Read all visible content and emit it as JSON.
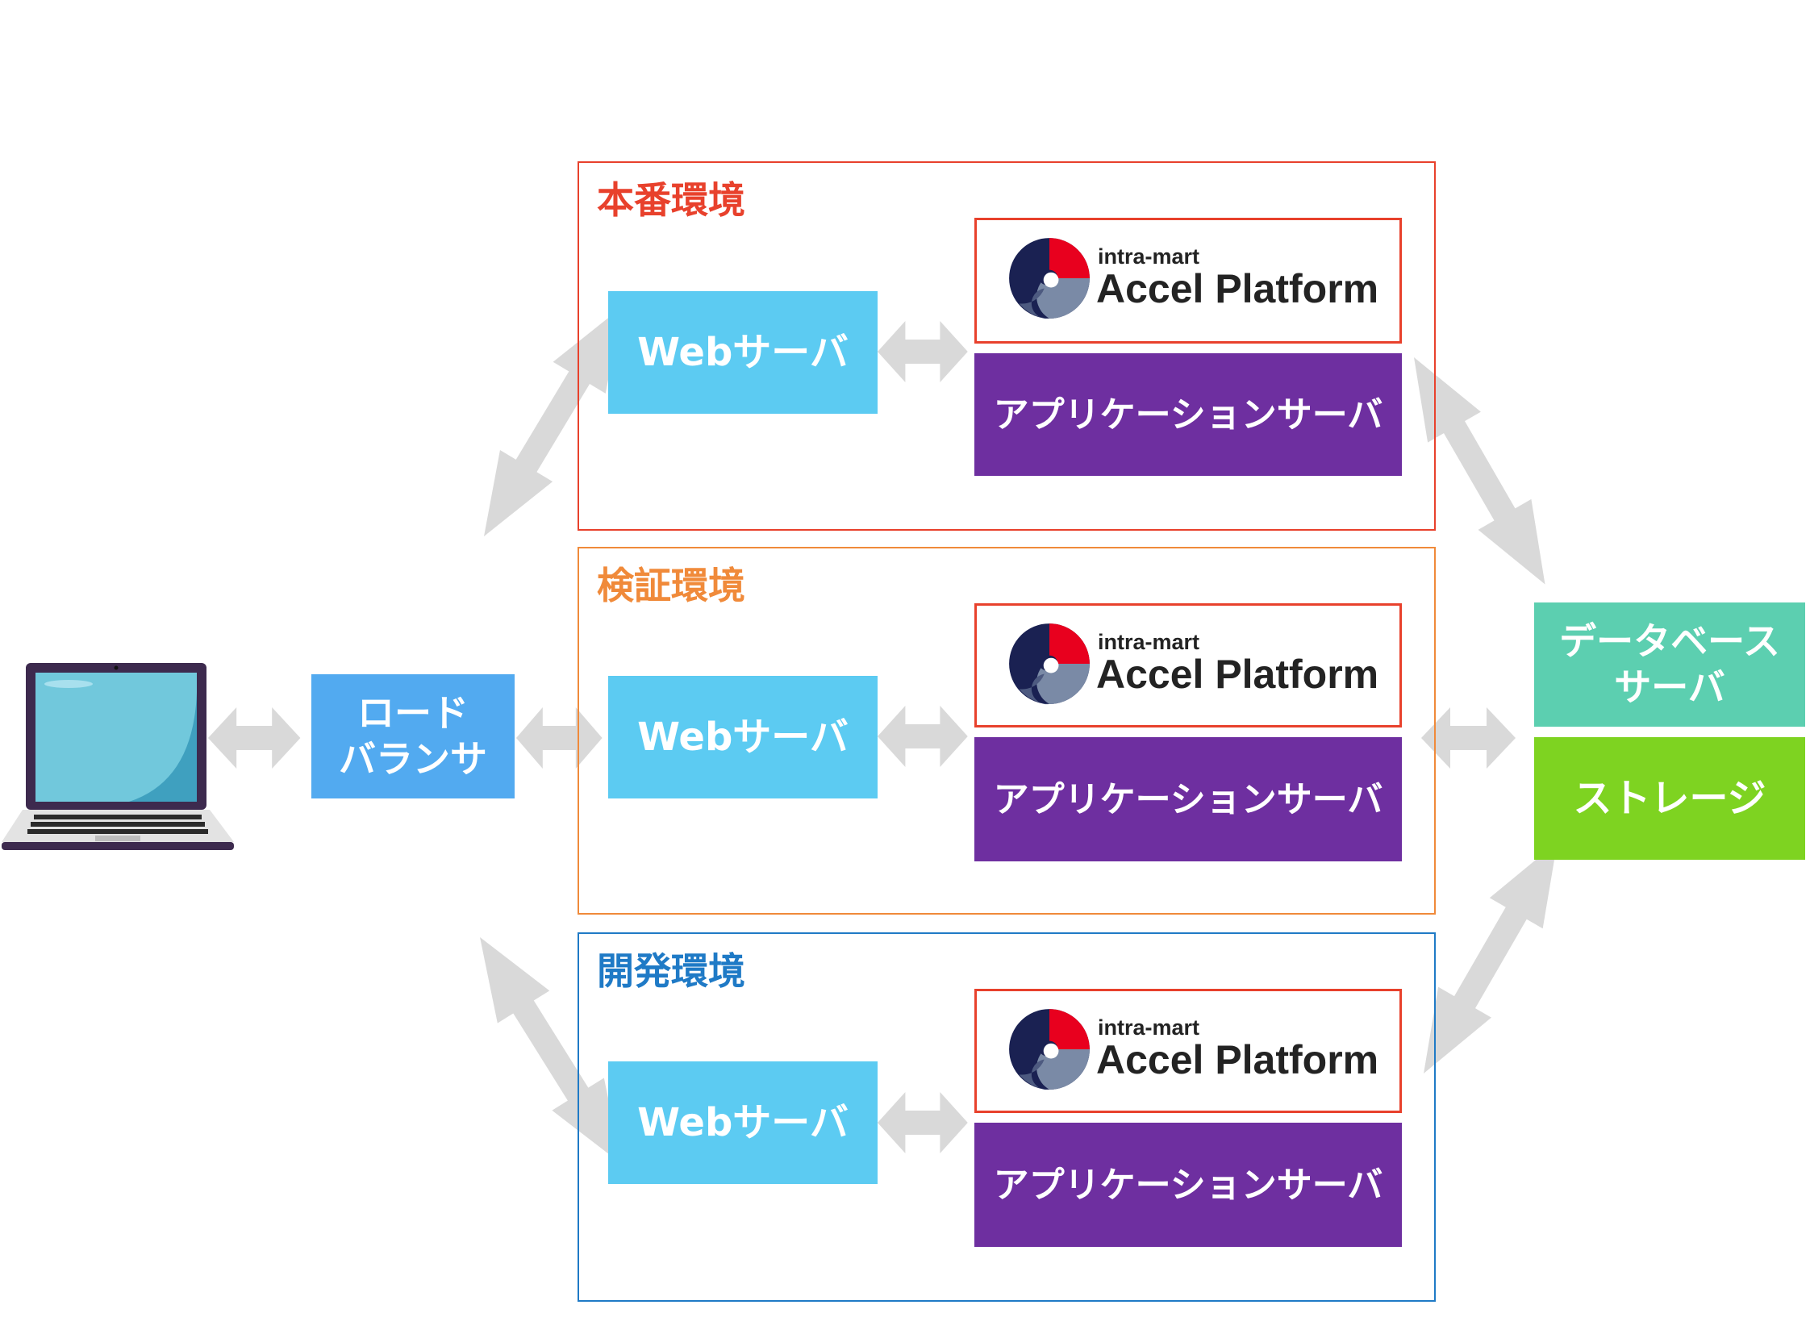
{
  "colors": {
    "production": "#e8412c",
    "staging": "#f08a3a",
    "development": "#1f7ac6",
    "web_server": "#5ccbf2",
    "app_server": "#6e2fa0",
    "load_balancer": "#52aaf0",
    "database": "#5ccfb0",
    "storage": "#7ed321",
    "arrow": "#d9d9d9"
  },
  "client": {
    "icon": "laptop-icon"
  },
  "load_balancer": {
    "line1": "ロード",
    "line2": "バランサ"
  },
  "environments": [
    {
      "title": "本番環境",
      "web": "Webサーバ",
      "logo": {
        "small": "intra-mart",
        "big": "Accel Platform"
      },
      "app": "アプリケーションサーバ"
    },
    {
      "title": "検証環境",
      "web": "Webサーバ",
      "logo": {
        "small": "intra-mart",
        "big": "Accel Platform"
      },
      "app": "アプリケーションサーバ"
    },
    {
      "title": "開発環境",
      "web": "Webサーバ",
      "logo": {
        "small": "intra-mart",
        "big": "Accel Platform"
      },
      "app": "アプリケーションサーバ"
    }
  ],
  "database": {
    "line1": "データベース",
    "line2": "サーバ"
  },
  "storage": {
    "label": "ストレージ"
  }
}
